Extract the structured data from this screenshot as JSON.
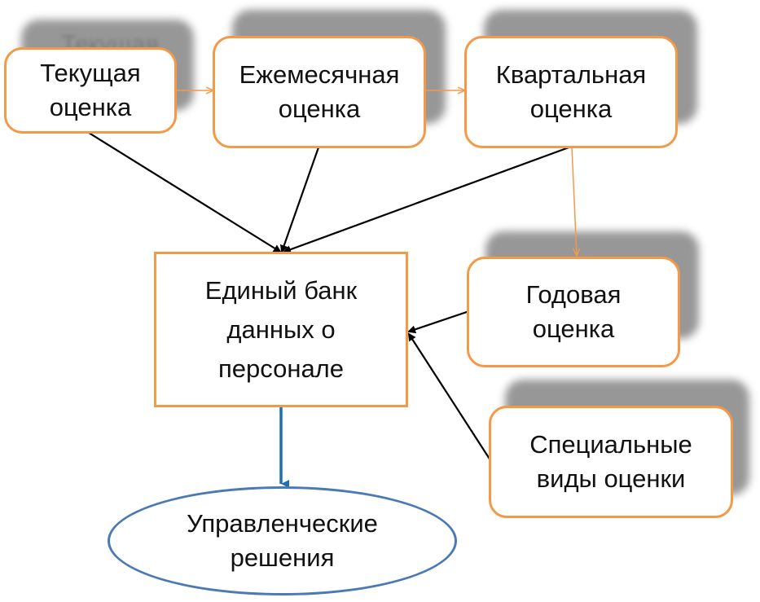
{
  "colors": {
    "box_border": "#f39a4a",
    "ellipse_border": "#4a79b5",
    "arrow_black": "#000000",
    "arrow_orange": "#f39a4a",
    "arrow_blue": "#1f6fb5",
    "shadow": "#8c8c8c"
  },
  "nodes": {
    "current": {
      "line1": "Текущая",
      "line2": "оценка"
    },
    "monthly": {
      "line1": "Ежемесячная",
      "line2": "оценка"
    },
    "quarterly": {
      "line1": "Квартальная",
      "line2": "оценка"
    },
    "annual": {
      "line1": "Годовая",
      "line2": "оценка"
    },
    "special": {
      "line1": "Специальные",
      "line2": "виды оценки"
    },
    "bank": {
      "line1": "Единый банк",
      "line2": "данных о",
      "line3": "персонале"
    },
    "decisions": {
      "line1": "Управленческие",
      "line2": "решения"
    }
  },
  "ghost_text": "Текущая"
}
